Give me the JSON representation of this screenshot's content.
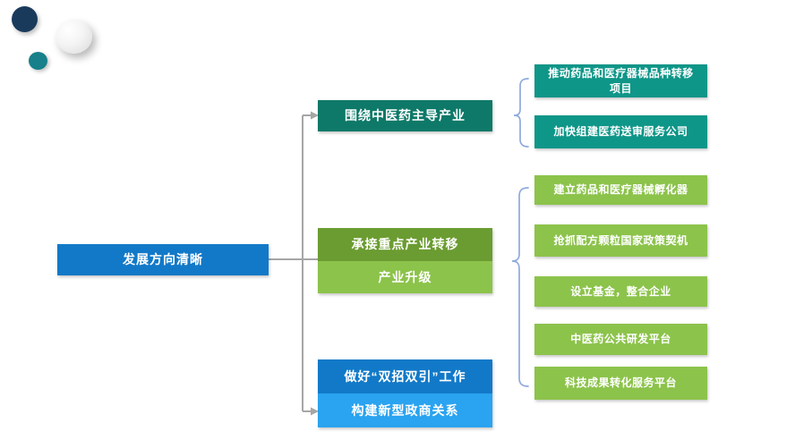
{
  "root": {
    "label": "发展方向清晰",
    "color": "#1279C8"
  },
  "branch1": {
    "label": "围绕中医药主导产业",
    "color": "#0E7968",
    "children_color": "#0E9688",
    "children": [
      "推动药品和医疗器械品种转移项目",
      "加快组建医药送审服务公司"
    ]
  },
  "branch2": {
    "label_top": "承接重点产业转移",
    "label_bottom": "产业升级",
    "color_top": "#6B9C31",
    "color_bottom": "#8CC34B",
    "children_color": "#8CC34B",
    "children": [
      "建立药品和医疗器械孵化器",
      "抢抓配方颗粒国家政策契机",
      "设立基金，整合企业",
      "中医药公共研发平台",
      "科技成果转化服务平台"
    ]
  },
  "branch3": {
    "label_top": "做好“双招双引”工作",
    "label_bottom": "构建新型政商关系",
    "color_top": "#1279C8",
    "color_bottom": "#2AA3F0"
  },
  "connectors": {
    "line_color": "#A6A6A6",
    "bracket_color": "#8FAADC"
  },
  "decor": {
    "circle_dark_color": "#1A3A5C",
    "circle_light_color": "#F2F2F2",
    "circle_teal_color": "#17808A"
  }
}
